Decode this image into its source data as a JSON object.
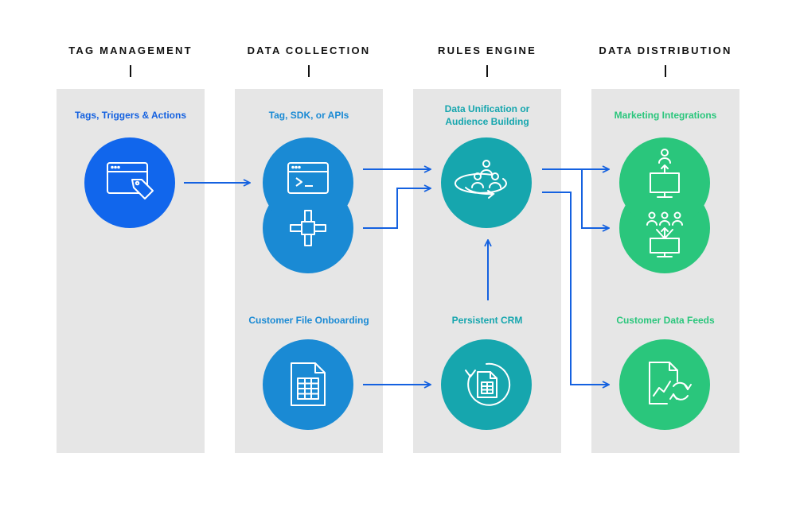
{
  "columns": [
    {
      "header": "TAG MANAGEMENT"
    },
    {
      "header": "DATA COLLECTION"
    },
    {
      "header": "RULES ENGINE"
    },
    {
      "header": "DATA DISTRIBUTION"
    }
  ],
  "nodes": {
    "tags_triggers_actions": {
      "label": "Tags, Triggers & Actions",
      "icon": "browser-tag-icon",
      "color": "#1166ec"
    },
    "tag_sdk_apis": {
      "label": "Tag, SDK, or APIs",
      "icon": "code-window-icon",
      "color": "#1a8ad4"
    },
    "sdk_connector": {
      "icon": "connector-cross-icon",
      "color": "#1a8ad4"
    },
    "customer_file_onboarding": {
      "label": "Customer File Onboarding",
      "icon": "spreadsheet-file-icon",
      "color": "#1a8ad4"
    },
    "data_unification": {
      "label_line1": "Data Unification or",
      "label_line2": "Audience Building",
      "icon": "audience-ring-icon",
      "color": "#16a6ae"
    },
    "persistent_crm": {
      "label": "Persistent CRM",
      "icon": "refresh-document-icon",
      "color": "#16a6ae"
    },
    "marketing_integrations": {
      "label": "Marketing Integrations",
      "icon": "user-monitor-icon",
      "color": "#2ac67c"
    },
    "marketing_integrations_multi": {
      "icon": "group-monitor-icon",
      "color": "#2ac67c"
    },
    "customer_data_feeds": {
      "label": "Customer Data Feeds",
      "icon": "chart-sync-icon",
      "color": "#2ac67c"
    }
  },
  "colors": {
    "panel": "#e6e6e6",
    "arrow": "#1461e0",
    "header": "#111111"
  }
}
